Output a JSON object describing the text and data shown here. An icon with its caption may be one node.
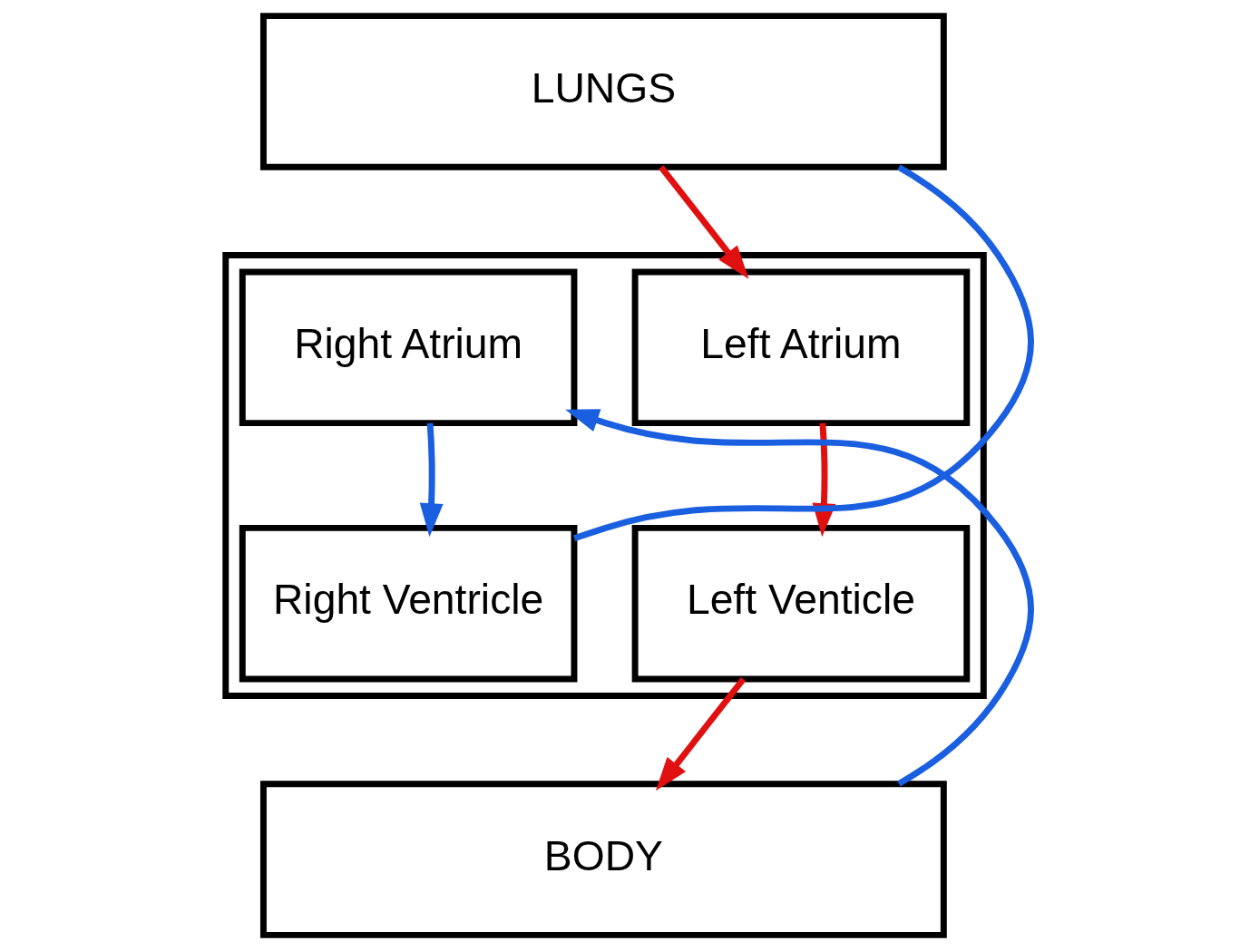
{
  "diagram": {
    "nodes": [
      {
        "text": [
          "LUNGS"
        ]
      },
      {
        "text": [],
        "shape": "box"
      },
      {
        "text": [
          "Right Atrium"
        ],
        "in": 1
      },
      {
        "text": [
          "Left Atrium"
        ],
        "in": 1
      },
      {
        "text": [
          "Right Ventricle"
        ],
        "in": 1
      },
      {
        "text": [
          "Left Venticle"
        ],
        "in": 1
      },
      {
        "text": [
          "BODY"
        ]
      }
    ],
    "edges": [
      {
        "from": 4,
        "to": 0,
        "arrow": "none",
        "color": "#1a5fe0"
      },
      {
        "from": 0,
        "to": 3,
        "arrow": "to",
        "color": "#e01010"
      },
      {
        "from": 3,
        "to": 5,
        "arrow": "to",
        "color": "#e01010"
      },
      {
        "from": 5,
        "to": 6,
        "arrow": "to",
        "color": "#e01010"
      },
      {
        "from": 6,
        "to": 2,
        "arrow": "to",
        "color": "#1a5fe0"
      },
      {
        "from": 2,
        "to": 4,
        "arrow": "to",
        "color": "#1a5fe0"
      }
    ]
  }
}
